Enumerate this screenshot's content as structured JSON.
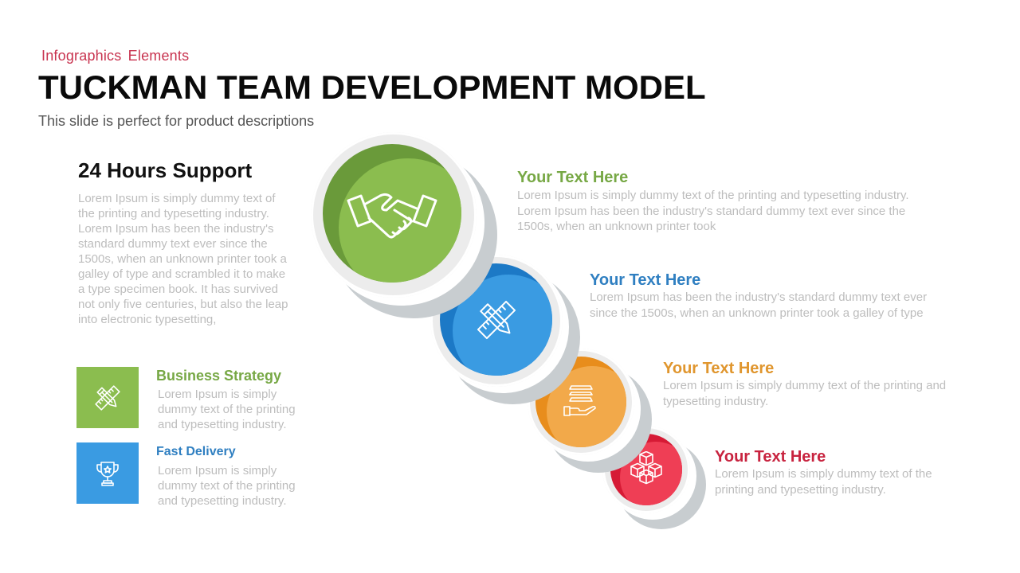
{
  "header": {
    "kicker": "Infographics  Elements",
    "title": "TUCKMAN TEAM DEVELOPMENT MODEL",
    "subtitle": "This slide is perfect for product descriptions"
  },
  "colors": {
    "kicker": "#c8334f",
    "green": "#8bbd4f",
    "green_dark": "#6a9a3a",
    "blue": "#3a9be2",
    "blue_dark": "#1c79c6",
    "orange": "#f2a94a",
    "orange_dark": "#e88d1c",
    "red": "#ef3e55",
    "red_dark": "#d61a35",
    "body_text": "#bdbdbd"
  },
  "support": {
    "title": "24 Hours Support",
    "body": "Lorem Ipsum is simply dummy text of the printing and typesetting industry. Lorem Ipsum has been the industry's standard dummy text ever since the 1500s, when an unknown printer took a galley of type and scrambled it to make a type specimen book. It has survived not only five centuries, but also the leap into electronic typesetting,"
  },
  "features": [
    {
      "title": "Business Strategy",
      "body": "Lorem Ipsum is simply dummy text of the printing and typesetting industry.",
      "icon": "pencil-ruler-icon",
      "color": "#8bbd4f",
      "title_color": "#77a845"
    },
    {
      "title": "Fast Delivery",
      "body": "Lorem Ipsum is simply dummy text of the printing and typesetting industry.",
      "icon": "trophy-icon",
      "color": "#3a9be2",
      "title_color": "#2f7fc1"
    }
  ],
  "steps": [
    {
      "title": "Your Text Here",
      "body": "Lorem Ipsum is simply dummy text of the printing and typesetting industry. Lorem Ipsum has been the industry's standard dummy text ever since the 1500s, when an unknown printer took",
      "icon": "handshake-icon",
      "title_color": "#77a845"
    },
    {
      "title": "Your Text Here",
      "body": "Lorem Ipsum has been the industry's standard dummy text ever since the 1500s, when an unknown printer took a galley of type",
      "icon": "pencil-ruler-icon",
      "title_color": "#2f7fc1"
    },
    {
      "title": "Your Text Here",
      "body": "Lorem Ipsum is simply dummy text of the printing and typesetting industry.",
      "icon": "stack-in-hand-icon",
      "title_color": "#e0962e"
    },
    {
      "title": "Your Text Here",
      "body": "Lorem Ipsum is simply dummy text of the printing and typesetting industry.",
      "icon": "cubes-icon",
      "title_color": "#c8233f"
    }
  ]
}
